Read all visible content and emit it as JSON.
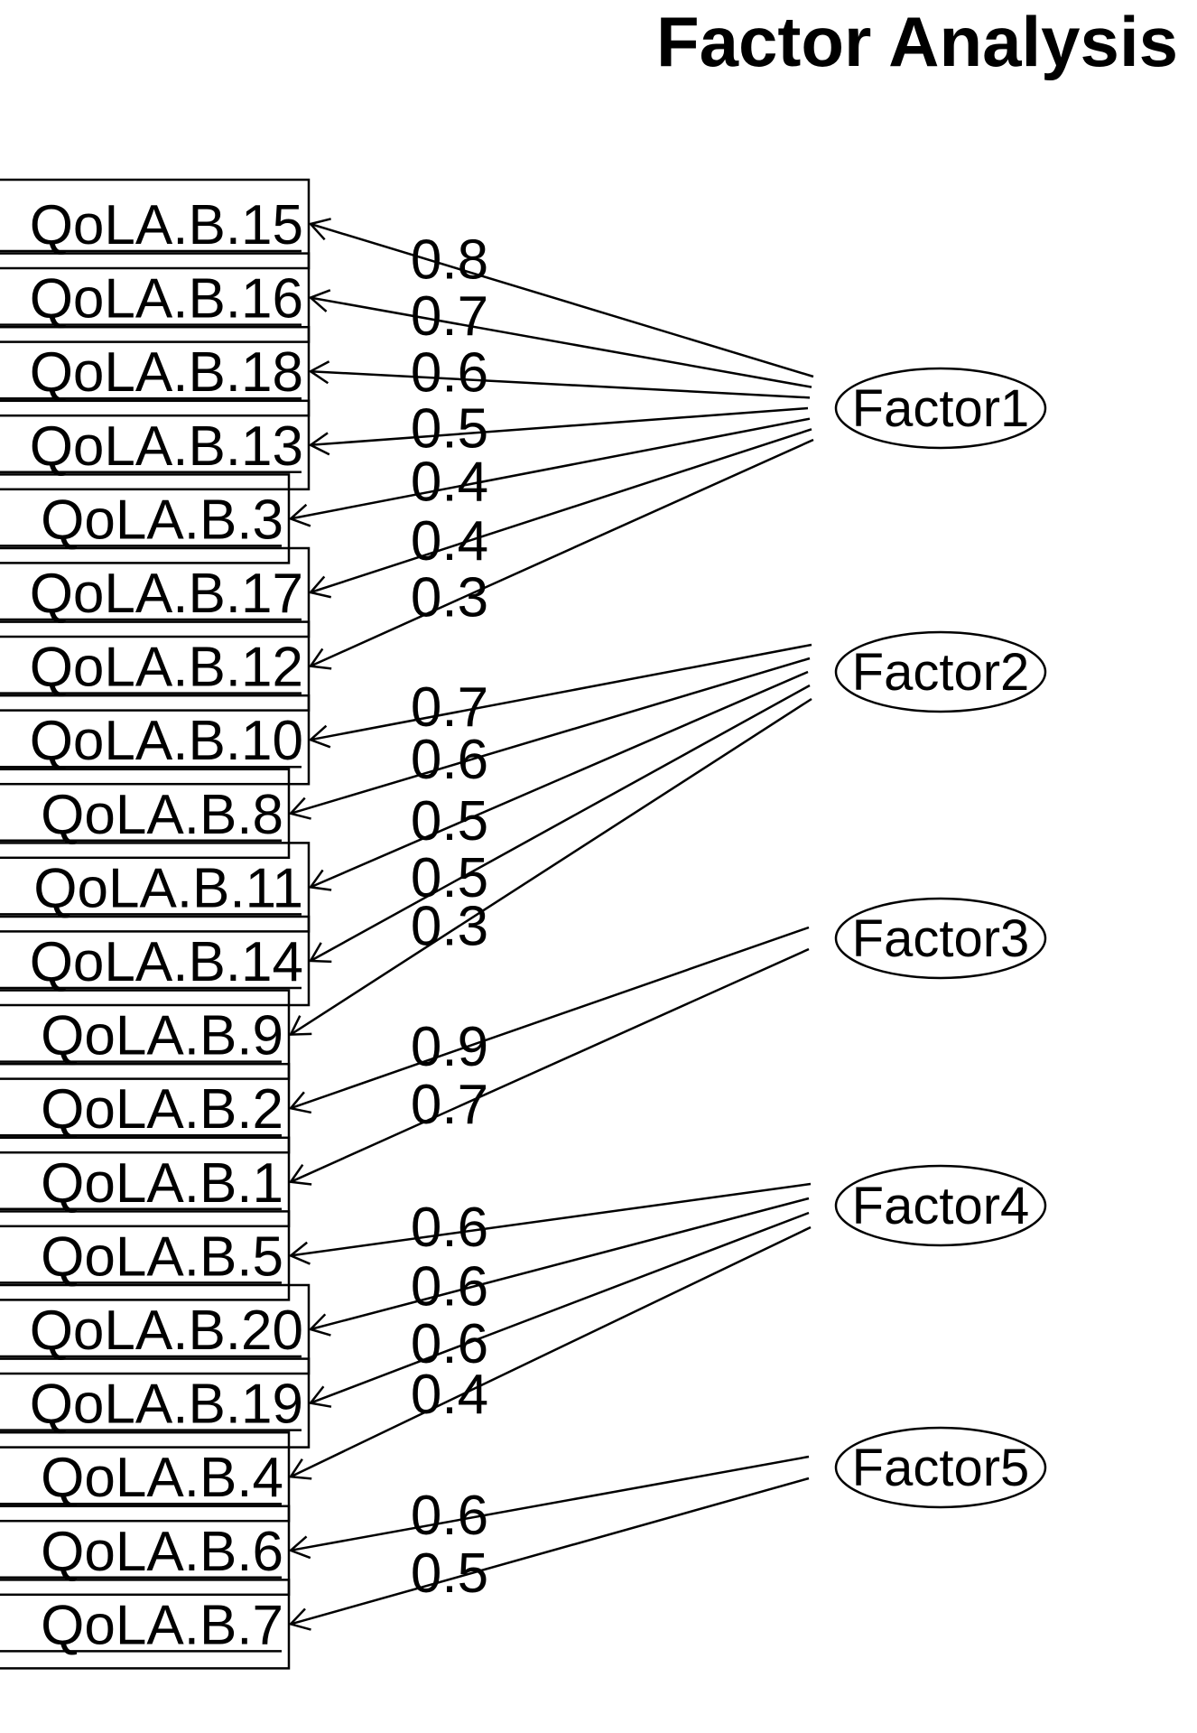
{
  "title": "Factor Analysis",
  "colors": {
    "background": "#ffffff",
    "ink": "#000000"
  },
  "diagram": {
    "type": "factor-analysis-path-diagram",
    "items": [
      {
        "label": "QoLA.B.15"
      },
      {
        "label": "QoLA.B.16"
      },
      {
        "label": "QoLA.B.18"
      },
      {
        "label": "QoLA.B.13"
      },
      {
        "label": "QoLA.B.3"
      },
      {
        "label": "QoLA.B.17"
      },
      {
        "label": "QoLA.B.12"
      },
      {
        "label": "QoLA.B.10"
      },
      {
        "label": "QoLA.B.8"
      },
      {
        "label": "QoLA.B.11"
      },
      {
        "label": "QoLA.B.14"
      },
      {
        "label": "QoLA.B.9"
      },
      {
        "label": "QoLA.B.2"
      },
      {
        "label": "QoLA.B.1"
      },
      {
        "label": "QoLA.B.5"
      },
      {
        "label": "QoLA.B.20"
      },
      {
        "label": "QoLA.B.19"
      },
      {
        "label": "QoLA.B.4"
      },
      {
        "label": "QoLA.B.6"
      },
      {
        "label": "QoLA.B.7"
      }
    ],
    "factors": [
      {
        "label": "Factor1"
      },
      {
        "label": "Factor2"
      },
      {
        "label": "Factor3"
      },
      {
        "label": "Factor4"
      },
      {
        "label": "Factor5"
      }
    ],
    "loadings": [
      {
        "factor": "Factor1",
        "item": "QoLA.B.15",
        "value": "0.8"
      },
      {
        "factor": "Factor1",
        "item": "QoLA.B.16",
        "value": "0.7"
      },
      {
        "factor": "Factor1",
        "item": "QoLA.B.18",
        "value": "0.6"
      },
      {
        "factor": "Factor1",
        "item": "QoLA.B.13",
        "value": "0.5"
      },
      {
        "factor": "Factor1",
        "item": "QoLA.B.3",
        "value": "0.4"
      },
      {
        "factor": "Factor1",
        "item": "QoLA.B.17",
        "value": "0.4"
      },
      {
        "factor": "Factor1",
        "item": "QoLA.B.12",
        "value": "0.3"
      },
      {
        "factor": "Factor2",
        "item": "QoLA.B.10",
        "value": "0.7"
      },
      {
        "factor": "Factor2",
        "item": "QoLA.B.8",
        "value": "0.6"
      },
      {
        "factor": "Factor2",
        "item": "QoLA.B.11",
        "value": "0.5"
      },
      {
        "factor": "Factor2",
        "item": "QoLA.B.14",
        "value": "0.5"
      },
      {
        "factor": "Factor2",
        "item": "QoLA.B.9",
        "value": "0.3"
      },
      {
        "factor": "Factor3",
        "item": "QoLA.B.2",
        "value": "0.9"
      },
      {
        "factor": "Factor3",
        "item": "QoLA.B.1",
        "value": "0.7"
      },
      {
        "factor": "Factor4",
        "item": "QoLA.B.5",
        "value": "0.6"
      },
      {
        "factor": "Factor4",
        "item": "QoLA.B.20",
        "value": "0.6"
      },
      {
        "factor": "Factor4",
        "item": "QoLA.B.19",
        "value": "0.6"
      },
      {
        "factor": "Factor4",
        "item": "QoLA.B.4",
        "value": "0.4"
      },
      {
        "factor": "Factor5",
        "item": "QoLA.B.6",
        "value": "0.6"
      },
      {
        "factor": "Factor5",
        "item": "QoLA.B.7",
        "value": "0.5"
      }
    ]
  }
}
